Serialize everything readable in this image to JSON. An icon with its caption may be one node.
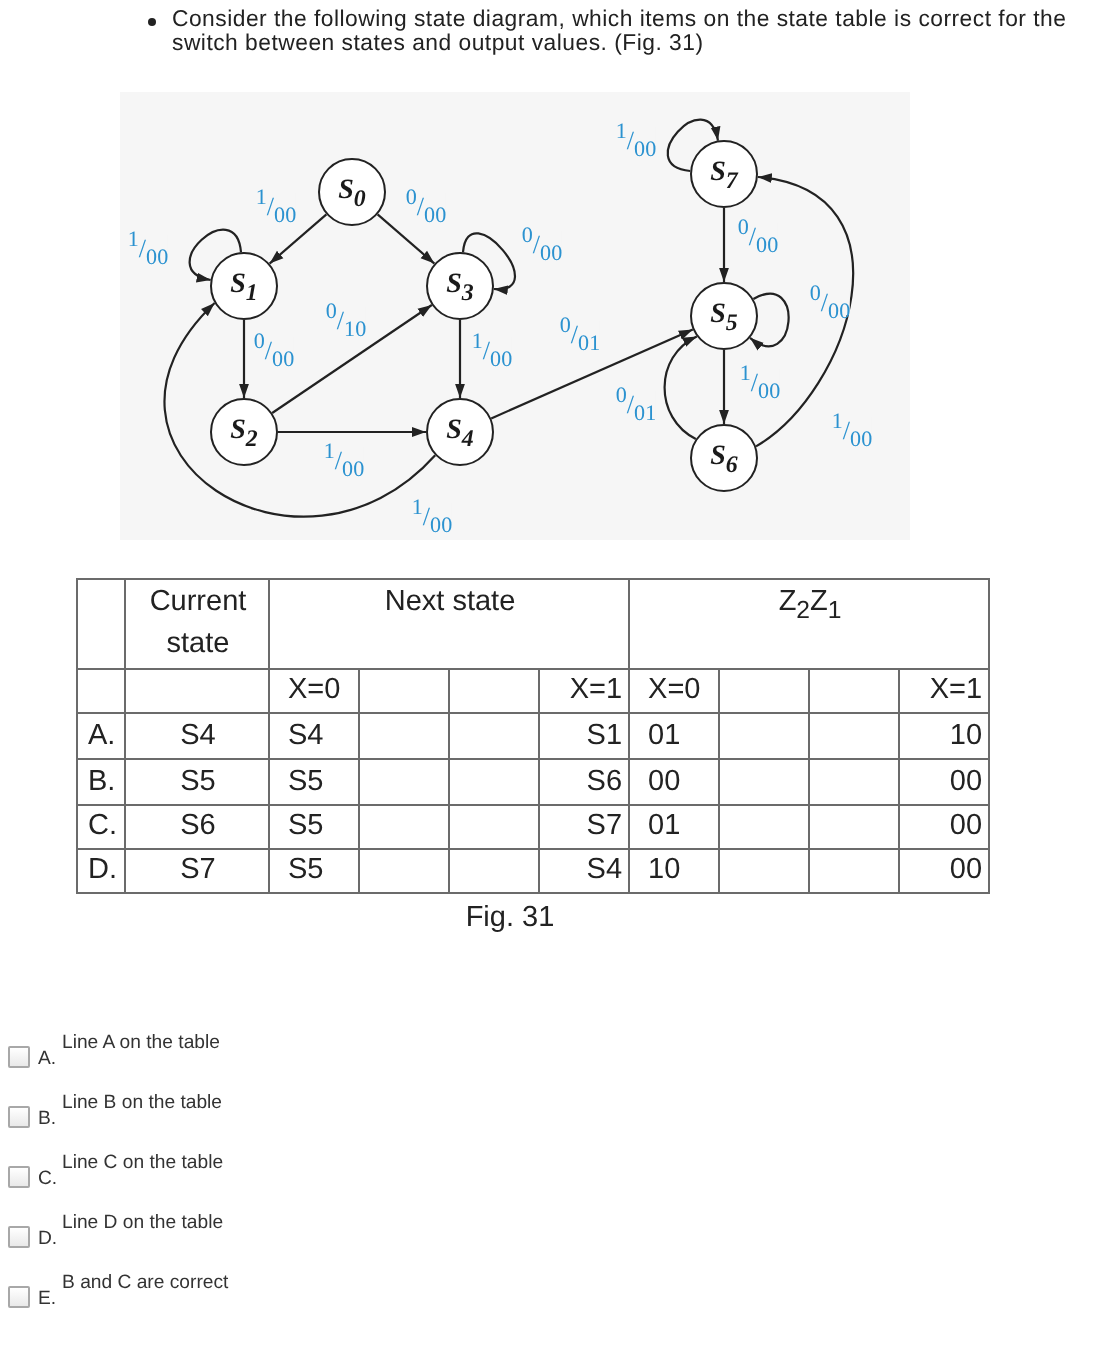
{
  "diagram": {
    "title": "Consider the following state diagram, which items on the state table is correct for the switch between states and output values. (Fig. 31)",
    "nodes": [
      {
        "text": [
          "S$_{0}$"
        ]
      },
      {
        "text": [
          "S$_{1}$"
        ]
      },
      {
        "text": [
          "S$_{2}$"
        ]
      },
      {
        "text": [
          "S$_{3}$"
        ]
      },
      {
        "text": [
          "S$_{4}$"
        ]
      },
      {
        "text": [
          "S$_{5}$"
        ]
      },
      {
        "text": [
          "S$_{6}$"
        ]
      },
      {
        "text": [
          "S$_{7}$"
        ]
      }
    ],
    "edges": [
      {
        "from": 0,
        "to": 1,
        "arrow": "to",
        "label": "$^{1}$/$_{00}$"
      },
      {
        "from": 0,
        "to": 3,
        "arrow": "to",
        "label": "$^{0}$/$_{00}$"
      },
      {
        "from": 1,
        "to": 1,
        "arrow": "to",
        "label": "$^{1}$/$_{00}$"
      },
      {
        "from": 3,
        "to": 3,
        "arrow": "to",
        "label": "$^{0}$/$_{00}$"
      },
      {
        "from": 1,
        "to": 2,
        "arrow": "to",
        "label": "$^{0}$/$_{00}$"
      },
      {
        "from": 2,
        "to": 3,
        "arrow": "to",
        "label": "$^{0}$/$_{10}$"
      },
      {
        "from": 3,
        "to": 4,
        "arrow": "to",
        "label": "$^{1}$/$_{00}$"
      },
      {
        "from": 2,
        "to": 4,
        "arrow": "to",
        "label": "$^{1}$/$_{00}$"
      },
      {
        "from": 4,
        "to": 1,
        "arrow": "to",
        "label": "$^{1}$/$_{00}$"
      },
      {
        "from": 4,
        "to": 5,
        "arrow": "to",
        "label": "$^{0}$/$_{01}$"
      },
      {
        "from": 7,
        "to": 7,
        "arrow": "to",
        "label": "$^{1}$/$_{00}$"
      },
      {
        "from": 7,
        "to": 5,
        "arrow": "to",
        "label": "$^{0}$/$_{00}$"
      },
      {
        "from": 5,
        "to": 5,
        "arrow": "to",
        "label": "$^{0}$/$_{00}$"
      },
      {
        "from": 5,
        "to": 6,
        "arrow": "to",
        "label": "$^{1}$/$_{00}$"
      },
      {
        "from": 6,
        "to": 5,
        "arrow": "to",
        "label": "$^{0}$/$_{01}$"
      },
      {
        "from": 6,
        "to": 7,
        "arrow": "to",
        "label": "$^{1}$/$_{00}$"
      }
    ],
    "labels": [
      "Current state",
      "Next state",
      "Z$_{2}$Z$_{1}$",
      "X=0",
      "X=1",
      "X=0",
      "X=1",
      "A.",
      "S4",
      "S4",
      "S1",
      "01",
      "10",
      "B.",
      "S5",
      "S5",
      "S6",
      "00",
      "00",
      "C.",
      "S6",
      "S5",
      "S7",
      "01",
      "00",
      "D.",
      "S7",
      "S5",
      "S4",
      "10",
      "00",
      "Fig. 31",
      "Line A on the table",
      "A.",
      "Line B on the table",
      "B.",
      "Line C on the table",
      "C.",
      "Line D on the table",
      "D.",
      "B and C are correct",
      "E."
    ]
  }
}
